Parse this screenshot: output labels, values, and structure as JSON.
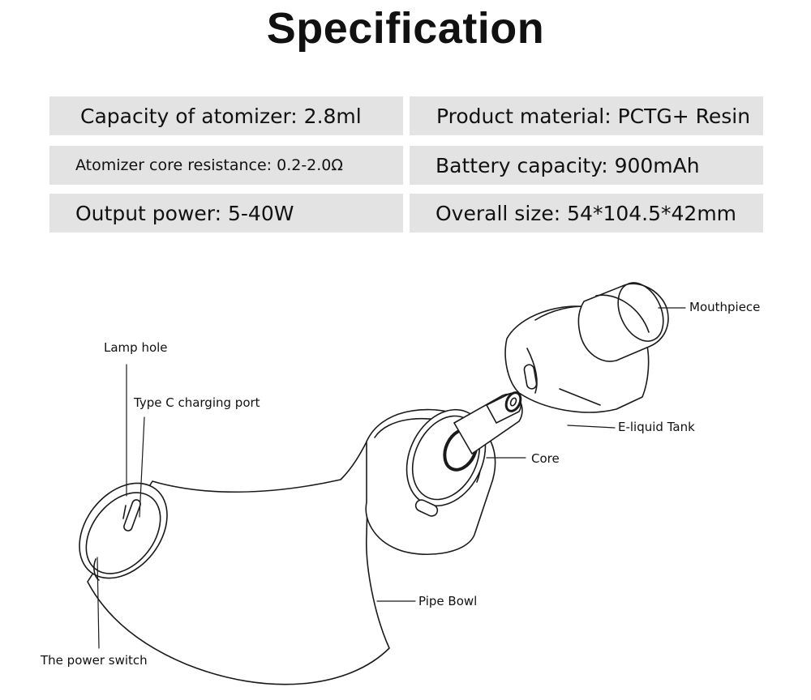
{
  "title": "Specification",
  "specs": [
    {
      "text": "Capacity of atomizer: 2.8ml"
    },
    {
      "text": "Product material: PCTG+ Resin"
    },
    {
      "text": "Atomizer core resistance: 0.2-2.0Ω"
    },
    {
      "text": "Battery capacity: 900mAh"
    },
    {
      "text": "Output power: 5-40W"
    },
    {
      "text": "Overall size: 54*104.5*42mm"
    }
  ],
  "callouts": {
    "mouthpiece": "Mouthpiece",
    "lamp_hole": "Lamp hole",
    "type_c": "Type C charging port",
    "eliquid_tank": "E-liquid Tank",
    "core": "Core",
    "pipe_bowl": "Pipe Bowl",
    "power_switch": "The power switch"
  }
}
